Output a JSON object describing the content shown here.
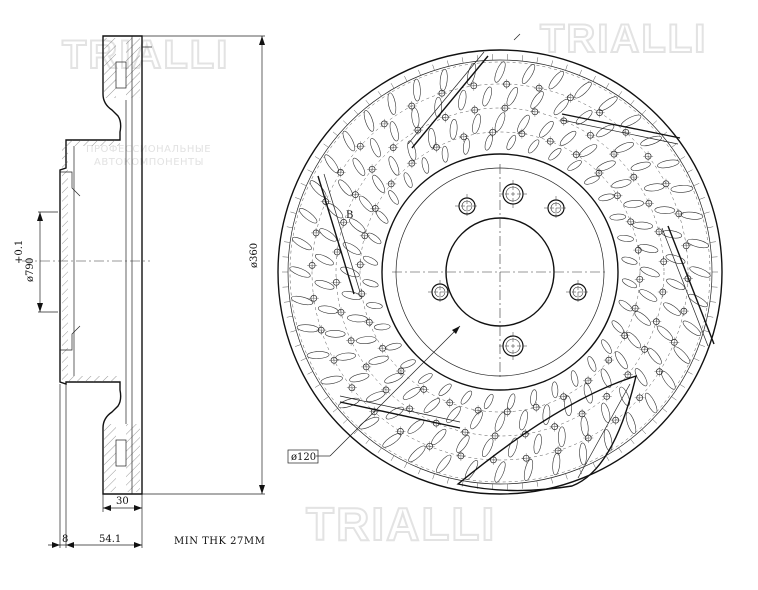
{
  "watermark": {
    "brand": "TRIALLI",
    "tagline_line1": "ПРОФЕССИОНАЛЬНЫЕ",
    "tagline_line2": "АВТОКОМПОНЕНТЫ"
  },
  "dimensions": {
    "bore_dia": "ø79",
    "bore_tol_upper": "+0.1",
    "bore_tol_lower": "0",
    "outer_dia": "ø360",
    "disc_thickness": "30",
    "flange_thickness": "8",
    "overall_height": "54.1",
    "pcd": "ø120"
  },
  "labels": {
    "section_mark": "B"
  },
  "notes": {
    "min_thickness": "MIN THK 27MM"
  },
  "colors": {
    "line": "#111111",
    "watermark": "#e3e3e3"
  }
}
